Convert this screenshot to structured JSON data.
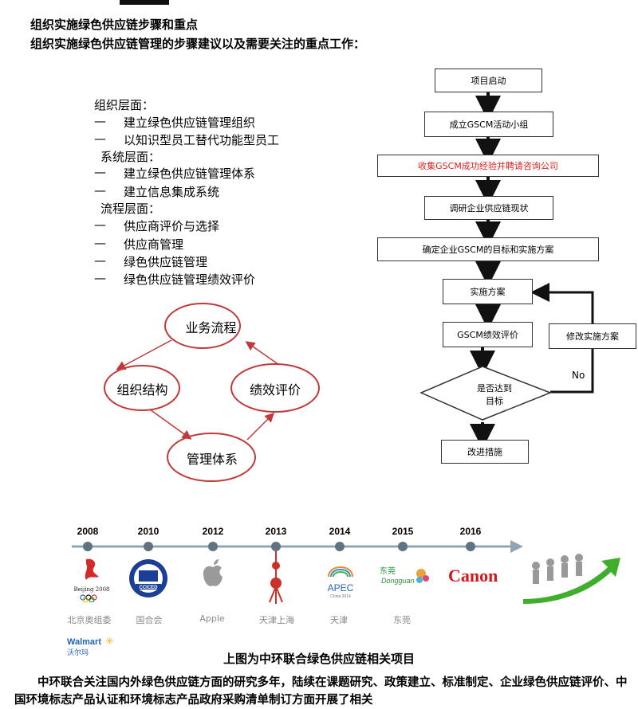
{
  "header": {
    "title": "组织实施绿色供应链步骤和重点",
    "subtitle": "组织实施绿色供应链管理的步骤建议以及需要关注的重点工作："
  },
  "levels": [
    {
      "heading": "组织层面：",
      "items": [
        "建立绿色供应链管理组织",
        "以知识型员工替代功能型员工"
      ]
    },
    {
      "heading": "系统层面：",
      "items": [
        "建立绿色供应链管理体系",
        "建立信息集成系统"
      ]
    },
    {
      "heading": "流程层面：",
      "items": [
        "供应商评价与选择",
        "供应商管理",
        "绿色供应链管理",
        "绿色供应链管理绩效评价"
      ]
    }
  ],
  "dash": "—",
  "cycle": {
    "top": "业务流程",
    "left": "组织结构",
    "right": "绩效评价",
    "bottom": "管理体系",
    "color": "#c0393b"
  },
  "flow": {
    "steps": [
      "项目启动",
      "成立GSCM活动小组",
      "收集GSCM成功经验并聘请咨询公司",
      "调研企业供应链现状",
      "确定企业GSCM的目标和实施方案",
      "实施方案",
      "GSCM绩效评价"
    ],
    "decision": "是否达到\n目标",
    "decision_line1": "是否达到",
    "decision_line2": "目标",
    "no_label": "No",
    "modify": "修改实施方案",
    "final": "改进措施",
    "highlight_color": "#e02020"
  },
  "timeline": {
    "years": [
      "2008",
      "2010",
      "2012",
      "2013",
      "2014",
      "2015",
      "2016"
    ],
    "names": [
      "北京奥组委",
      "国合会",
      "Apple",
      "天津上海",
      "天津",
      "东莞"
    ],
    "logos": {
      "cciced": "CCICED",
      "apec": "APEC",
      "apec_sub": "China 2014",
      "dongguan": "Dongguan",
      "dongguan_cn": "东莞",
      "canon": "Canon",
      "beijing": "Beijing 2008",
      "walmart": "Walmart",
      "walmart_cn": "沃尔玛"
    }
  },
  "caption": "上图为中环联合绿色供应链相关项目",
  "paragraph": "中环联合关注国内外绿色供应链方面的研究多年，陆续在课题研究、政策建立、标准制定、企业绿色供应链评价、中国环境标志产品认证和环境标志产品政府采购清单制订方面开展了相关"
}
